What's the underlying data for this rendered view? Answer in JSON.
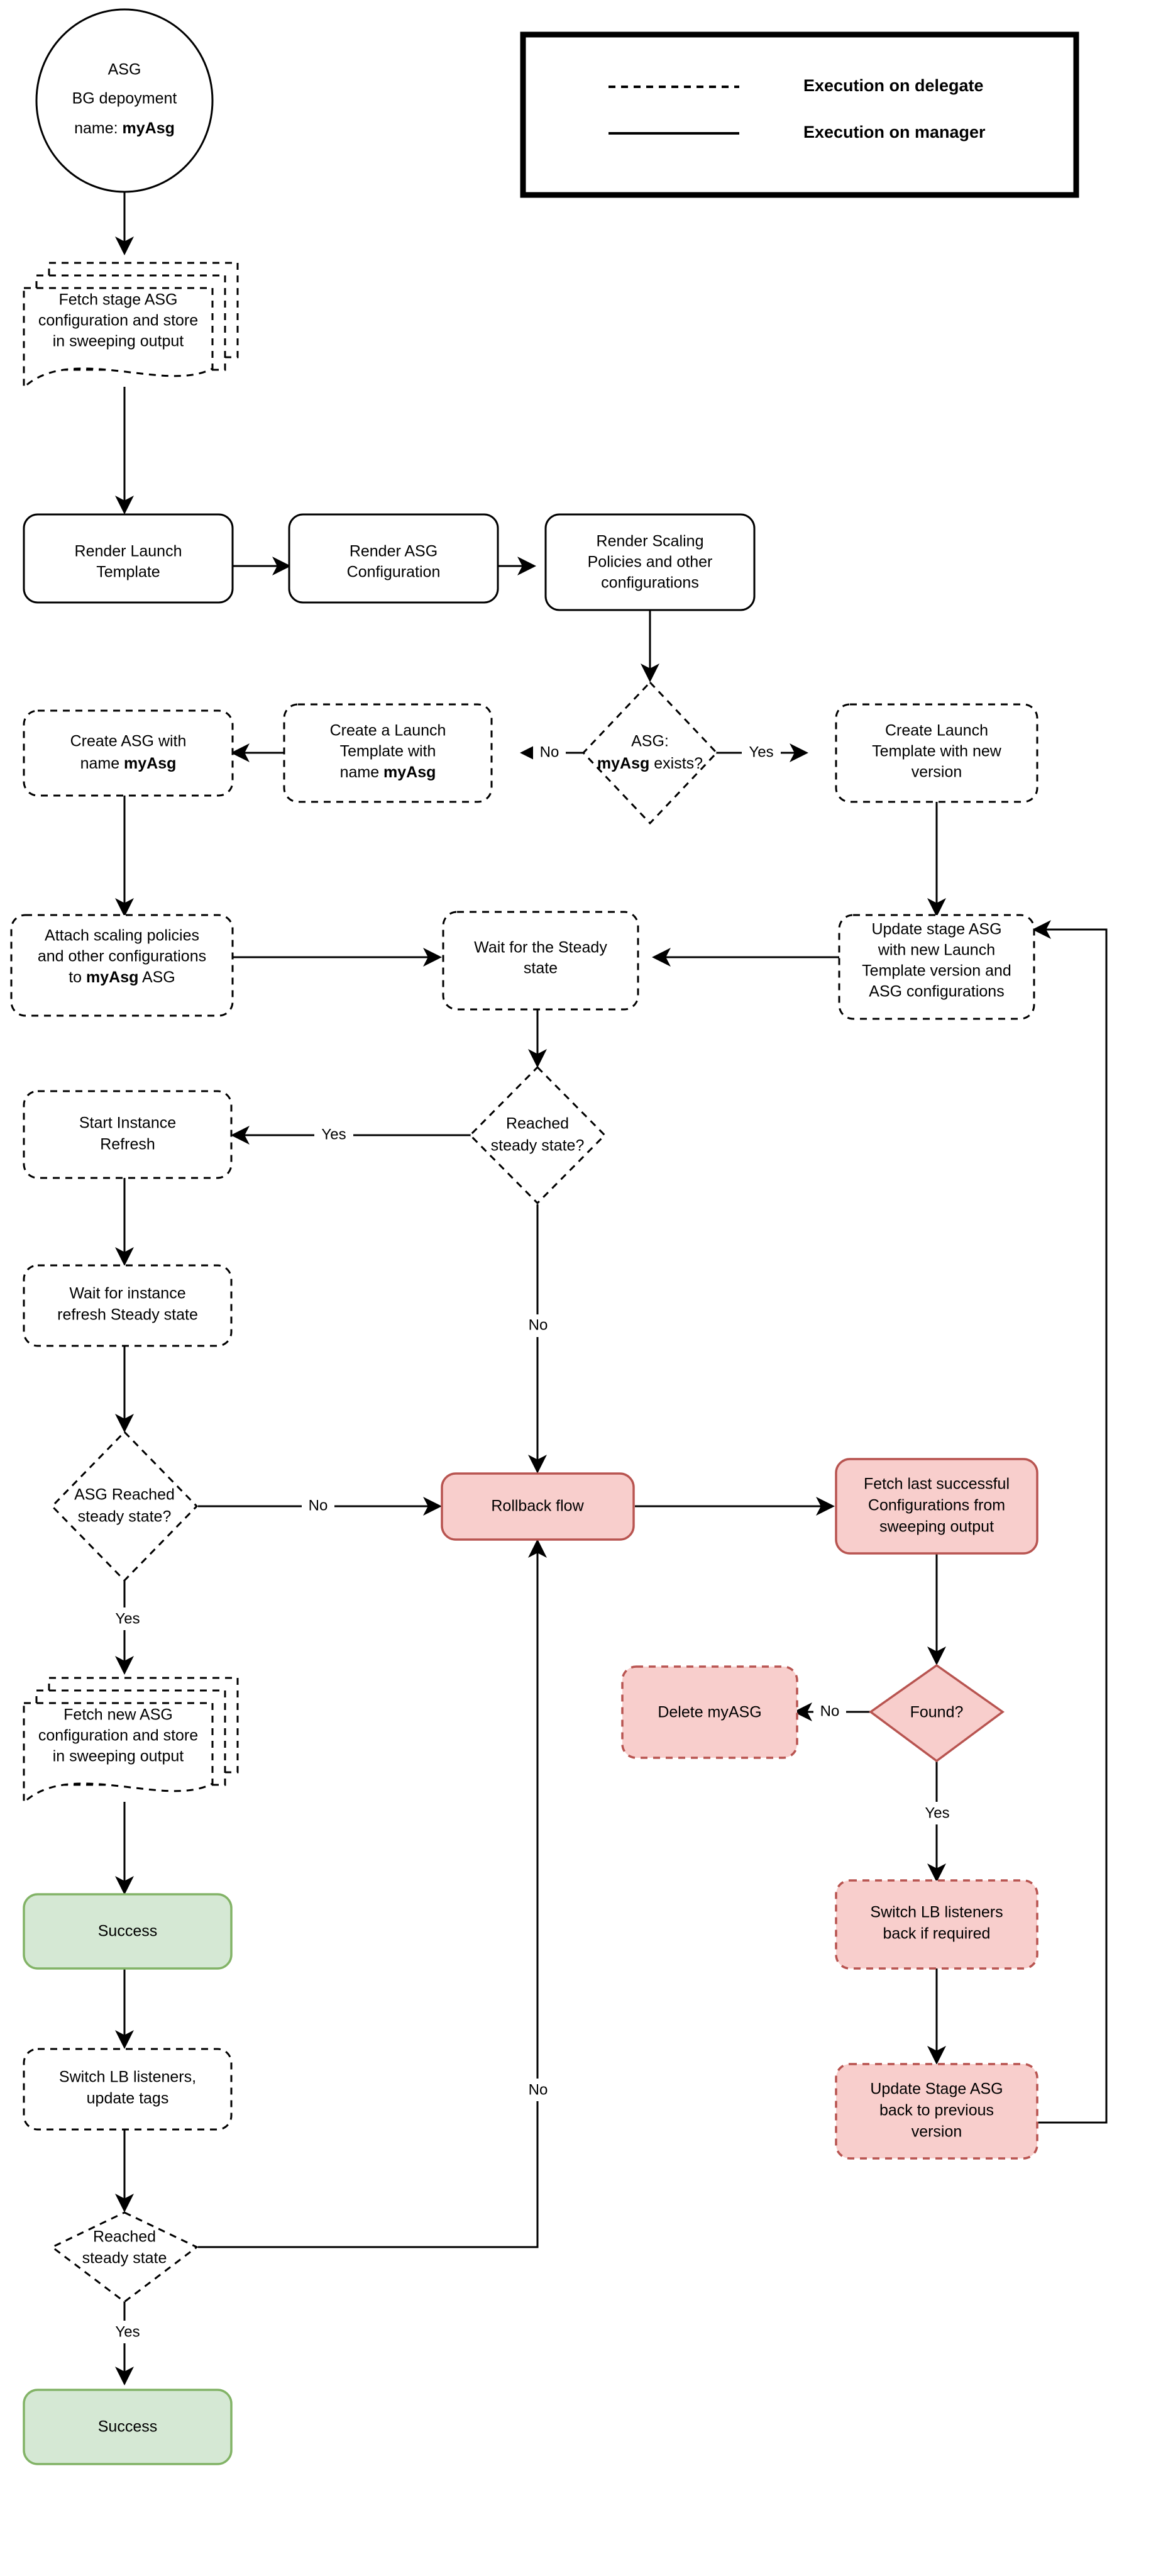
{
  "legend": {
    "name": "execution-legend",
    "rows": [
      {
        "style": "dashed",
        "label": "Execution on delegate"
      },
      {
        "style": "solid",
        "label": "Execution on manager"
      }
    ]
  },
  "colors": {
    "pink_fill": "#f8cecc",
    "pink_border": "#b85450",
    "green_fill": "#d5e8d4",
    "green_border": "#82b366",
    "line": "#000000",
    "background": "#ffffff"
  },
  "nodes": {
    "start": {
      "lines": [
        "ASG",
        "BG depoyment",
        "name: myAsg"
      ],
      "bold_last_word": "myAsg",
      "shape": "ellipse",
      "style": "solid"
    },
    "fetch_stage": {
      "lines": [
        "Fetch stage ASG",
        "configuration and store",
        "in sweeping output"
      ],
      "shape": "multi-document",
      "style": "dashed"
    },
    "render_launch_template": {
      "lines": [
        "Render Launch",
        "Template"
      ],
      "shape": "rounded-rect",
      "style": "solid"
    },
    "render_asg_configuration": {
      "lines": [
        "Render ASG",
        "Configuration"
      ],
      "shape": "rounded-rect",
      "style": "solid"
    },
    "render_scaling_policies": {
      "lines": [
        "Render Scaling",
        "Policies and other",
        "configurations"
      ],
      "shape": "rounded-rect",
      "style": "solid"
    },
    "asg_exists": {
      "lines": [
        "ASG:",
        "myAsg exists?"
      ],
      "shape": "diamond",
      "style": "dashed"
    },
    "create_launch_template_new_version": {
      "lines": [
        "Create Launch",
        "Template with new",
        "version"
      ],
      "shape": "rounded-rect",
      "style": "dashed"
    },
    "create_launch_template_myasg": {
      "lines": [
        "Create a Launch",
        "Template with",
        "name myAsg"
      ],
      "shape": "rounded-rect",
      "style": "dashed"
    },
    "create_asg_myasg": {
      "lines": [
        "Create ASG with",
        "name myAsg"
      ],
      "shape": "rounded-rect",
      "style": "dashed"
    },
    "attach_scaling_policies": {
      "lines": [
        "Attach scaling policies",
        "and other configurations",
        "to myAsg ASG"
      ],
      "shape": "rounded-rect",
      "style": "dashed"
    },
    "wait_steady_state": {
      "lines": [
        "Wait for the Steady",
        "state"
      ],
      "shape": "rounded-rect",
      "style": "dashed"
    },
    "update_stage_asg": {
      "lines": [
        "Update stage ASG",
        "with new Launch",
        "Template version and",
        "ASG configurations"
      ],
      "shape": "rounded-rect",
      "style": "dashed"
    },
    "reached_steady_state_1": {
      "lines": [
        "Reached",
        "steady state?"
      ],
      "shape": "diamond",
      "style": "dashed"
    },
    "start_instance_refresh": {
      "lines": [
        "Start Instance",
        "Refresh"
      ],
      "shape": "rounded-rect",
      "style": "dashed"
    },
    "wait_instance_refresh": {
      "lines": [
        "Wait for instance",
        "refresh Steady state"
      ],
      "shape": "rounded-rect",
      "style": "dashed"
    },
    "asg_reached_steady_state": {
      "lines": [
        "ASG Reached",
        "steady state?"
      ],
      "shape": "diamond",
      "style": "dashed"
    },
    "rollback_flow": {
      "lines": [
        "Rollback flow"
      ],
      "shape": "rounded-rect",
      "style": "pink"
    },
    "fetch_last_successful": {
      "lines": [
        "Fetch last successful",
        "Configurations from",
        "sweeping output"
      ],
      "shape": "rounded-rect",
      "style": "pink"
    },
    "fetch_new_asg": {
      "lines": [
        "Fetch new ASG",
        "configuration and store",
        "in sweeping output"
      ],
      "shape": "multi-document",
      "style": "dashed"
    },
    "found": {
      "lines": [
        "Found?"
      ],
      "shape": "diamond",
      "style": "pink"
    },
    "delete_myasg": {
      "lines": [
        "Delete myASG"
      ],
      "shape": "rounded-rect",
      "style": "pink-dashed"
    },
    "success_1": {
      "lines": [
        "Success"
      ],
      "shape": "rounded-rect",
      "style": "green"
    },
    "switch_lb_listeners_back": {
      "lines": [
        "Switch LB listeners",
        "back if required"
      ],
      "shape": "rounded-rect",
      "style": "pink-dashed"
    },
    "switch_lb_listeners_update_tags": {
      "lines": [
        "Switch LB listeners,",
        "update tags"
      ],
      "shape": "rounded-rect",
      "style": "dashed"
    },
    "update_stage_asg_previous": {
      "lines": [
        "Update Stage ASG",
        "back to previous",
        "version"
      ],
      "shape": "rounded-rect",
      "style": "pink-dashed"
    },
    "reached_steady_state_2": {
      "lines": [
        "Reached",
        "steady state"
      ],
      "shape": "diamond",
      "style": "dashed"
    },
    "success_2": {
      "lines": [
        "Success"
      ],
      "shape": "rounded-rect",
      "style": "green"
    }
  },
  "edge_labels": {
    "asg_exists_no": "No",
    "asg_exists_yes": "Yes",
    "reached_steady_yes": "Yes",
    "reached_steady_no": "No",
    "asg_reached_no": "No",
    "asg_reached_yes": "Yes",
    "found_no": "No",
    "found_yes": "Yes",
    "reached_steady_2_no": "No",
    "reached_steady_2_yes": "Yes"
  }
}
